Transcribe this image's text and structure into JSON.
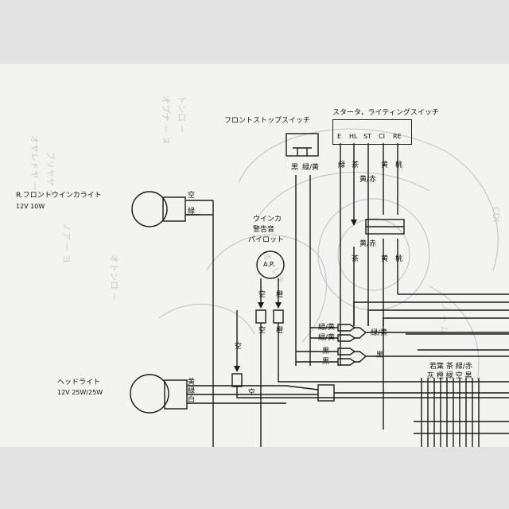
{
  "components": {
    "front_stop_switch": "フロントストップスイッチ",
    "starter_light_switch": "スタータ，ライティングスイッチ",
    "r_front_winker": "R.フロントウインカライト",
    "r_front_winker_spec": "12V 10W",
    "winker_pilot_1": "ウインカ",
    "winker_pilot_2": "警告音",
    "winker_pilot_3": "パイロット",
    "ap_mark": "A.P.",
    "headlight": "ヘッドライト",
    "headlight_spec": "12V 25W/25W"
  },
  "switch_terminals": [
    "E",
    "HL",
    "ST",
    "CI",
    "RE"
  ],
  "wire_colors": {
    "sora": "空",
    "midori": "緑",
    "kuro": "黒",
    "midori_ki": "緑/黄",
    "cha": "茶",
    "ki_aka": "黄/赤",
    "ki": "黄",
    "momo": "桃",
    "dai": "橙",
    "shiro": "白",
    "midori_ki_2": "緑/黄",
    "kuro_2": "黒"
  },
  "lower_right_labels": {
    "row1": "若葉 茶  緑/赤",
    "row2": "灰 橙  緑 空  黒"
  },
  "colors": {
    "ink": "#1a1a1a",
    "paper": "#f3f3f1",
    "ghost": "#b9c2c6"
  }
}
